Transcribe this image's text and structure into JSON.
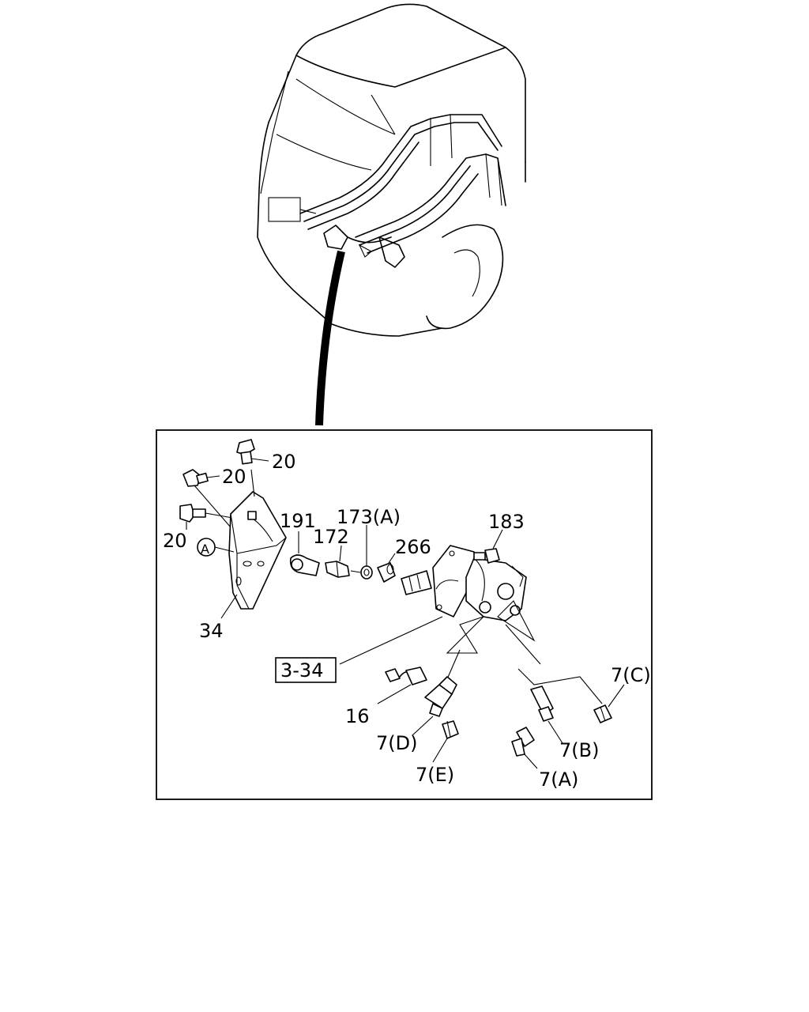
{
  "labels": {
    "top_bolt": "20",
    "left_upper_bolt": "20",
    "left_lower_bolt": "20",
    "ref_circle": "A",
    "bracket": "34",
    "joint_191": "191",
    "spacer_172": "172",
    "nut_173a": "173(A)",
    "collar_266": "266",
    "bolt_183": "183",
    "ref_box": "3-34",
    "switch_16": "16",
    "fitting_7d": "7(D)",
    "fitting_7e": "7(E)",
    "fitting_7a": "7(A)",
    "fitting_7b": "7(B)",
    "fitting_7c": "7(C)"
  }
}
